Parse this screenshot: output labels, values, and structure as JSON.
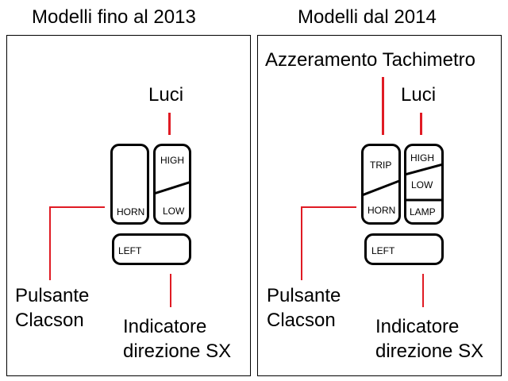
{
  "left_panel": {
    "title": "Modelli fino al 2013",
    "labels": {
      "lights": "Luci",
      "horn_line1": "Pulsante",
      "horn_line2": "Clacson",
      "indicator_line1": "Indicatore",
      "indicator_line2": "direzione SX"
    },
    "buttons": {
      "high": "HIGH",
      "low": "LOW",
      "horn": "HORN",
      "left": "LEFT"
    }
  },
  "right_panel": {
    "title": "Modelli dal 2014",
    "labels": {
      "trip_reset": "Azzeramento Tachimetro",
      "lights": "Luci",
      "horn_line1": "Pulsante",
      "horn_line2": "Clacson",
      "indicator_line1": "Indicatore",
      "indicator_line2": "direzione SX"
    },
    "buttons": {
      "trip": "TRIP",
      "horn": "HORN",
      "high": "HIGH",
      "low": "LOW",
      "lamp": "LAMP",
      "left": "LEFT"
    }
  },
  "colors": {
    "leader_line": "#e01b24",
    "outline": "#000000"
  }
}
